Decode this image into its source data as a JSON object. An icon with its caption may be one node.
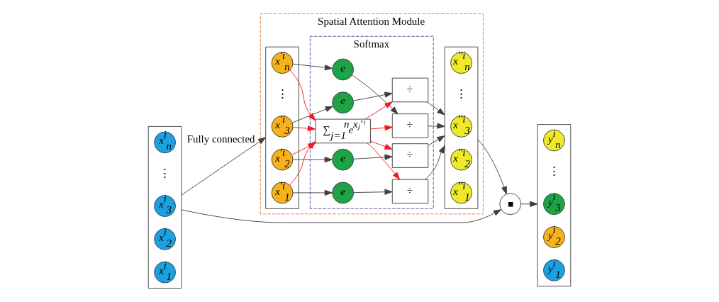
{
  "diagram": {
    "nodes": [
      {
        "text": [],
        "shape": "box"
      },
      {
        "text": [
          "x$^{i}$$_{1}$"
        ],
        "in": 0
      },
      {
        "text": [
          "x$^{i}$$_{2}$"
        ],
        "in": 0
      },
      {
        "text": [
          "x$^{i}$$_{3}$"
        ],
        "in": 0
      },
      {
        "text": [
          "x$^{i}$$_{n}$"
        ],
        "in": 0
      },
      {
        "text": [
          "Spatial Attention Module"
        ]
      },
      {
        "text": [],
        "shape": "box",
        "in": 5
      },
      {
        "text": [
          "x$^{'i}$$_{1}$"
        ],
        "in": 6
      },
      {
        "text": [
          "x$^{'i}$$_{2}$"
        ],
        "in": 6
      },
      {
        "text": [
          "x$^{'i}$$_{3}$"
        ],
        "in": 6
      },
      {
        "text": [
          "x$^{'i}$$_{n}$"
        ],
        "in": 6
      },
      {
        "text": [
          "Softmax"
        ],
        "in": 5
      },
      {
        "text": [
          "e"
        ],
        "in": 11
      },
      {
        "text": [
          "e"
        ],
        "in": 11
      },
      {
        "text": [
          "e"
        ],
        "in": 11
      },
      {
        "text": [
          "e"
        ],
        "in": 11
      },
      {
        "text": [
          "÷"
        ],
        "in": 11
      },
      {
        "text": [
          "÷"
        ],
        "in": 11
      },
      {
        "text": [
          "÷"
        ],
        "in": 11
      },
      {
        "text": [
          "÷"
        ],
        "in": 11
      },
      {
        "text": [
          "∑$_{j=1}$$^{n}$e$^{xⱼ'ⁱ}$"
        ],
        "in": 11
      },
      {
        "text": [],
        "shape": "box",
        "in": 5
      },
      {
        "text": [
          "x$^{''i}$$_{1}$"
        ],
        "in": 21
      },
      {
        "text": [
          "x$^{''i}$$_{2}$"
        ],
        "in": 21
      },
      {
        "text": [
          "x$^{''i}$$_{3}$"
        ],
        "in": 21
      },
      {
        "text": [
          "x$^{''i}$$_{n}$"
        ],
        "in": 21
      },
      {
        "text": [],
        "shape": "circle"
      },
      {
        "text": [],
        "shape": "box"
      },
      {
        "text": [
          "y$^{i}$$_{1}$"
        ],
        "in": 27
      },
      {
        "text": [
          "y$^{i}$$_{2}$"
        ],
        "in": 27
      },
      {
        "text": [
          "y$^{i}$$_{3}$"
        ],
        "in": 27
      },
      {
        "text": [
          "y$^{i}$$_{n}$"
        ],
        "in": 27
      }
    ],
    "edges": [
      {
        "from": 0,
        "to": 6,
        "arrow": "to",
        "label": "Fully connected"
      },
      {
        "from": 0,
        "to": 26,
        "arrow": "to"
      },
      {
        "from": 7,
        "to": 12,
        "arrow": "to"
      },
      {
        "from": 8,
        "to": 13,
        "arrow": "to"
      },
      {
        "from": 9,
        "to": 14,
        "arrow": "to"
      },
      {
        "from": 10,
        "to": 15,
        "arrow": "to"
      },
      {
        "from": 12,
        "to": 16,
        "arrow": "to"
      },
      {
        "from": 13,
        "to": 17,
        "arrow": "to"
      },
      {
        "from": 14,
        "to": 18,
        "arrow": "to"
      },
      {
        "from": 15,
        "to": 19,
        "arrow": "to"
      },
      {
        "from": 7,
        "to": 20,
        "arrow": "to",
        "color": "#ee1c24"
      },
      {
        "from": 8,
        "to": 20,
        "arrow": "to",
        "color": "#ee1c24"
      },
      {
        "from": 9,
        "to": 20,
        "arrow": "to",
        "color": "#ee1c24"
      },
      {
        "from": 10,
        "to": 20,
        "arrow": "to",
        "color": "#ee1c24"
      },
      {
        "from": 20,
        "to": 16,
        "arrow": "to",
        "color": "#ee1c24"
      },
      {
        "from": 20,
        "to": 17,
        "arrow": "to",
        "color": "#ee1c24"
      },
      {
        "from": 20,
        "to": 18,
        "arrow": "to",
        "color": "#ee1c24"
      },
      {
        "from": 20,
        "to": 19,
        "arrow": "to",
        "color": "#ee1c24"
      },
      {
        "from": 16,
        "to": 21,
        "arrow": "to"
      },
      {
        "from": 17,
        "to": 21,
        "arrow": "to"
      },
      {
        "from": 18,
        "to": 21,
        "arrow": "to"
      },
      {
        "from": 19,
        "to": 21,
        "arrow": "to"
      },
      {
        "from": 21,
        "to": 26,
        "arrow": "to"
      },
      {
        "from": 26,
        "to": 27,
        "arrow": "to"
      }
    ],
    "labels": [
      "⋮",
      "⋮",
      "⋮",
      "⋮"
    ]
  }
}
